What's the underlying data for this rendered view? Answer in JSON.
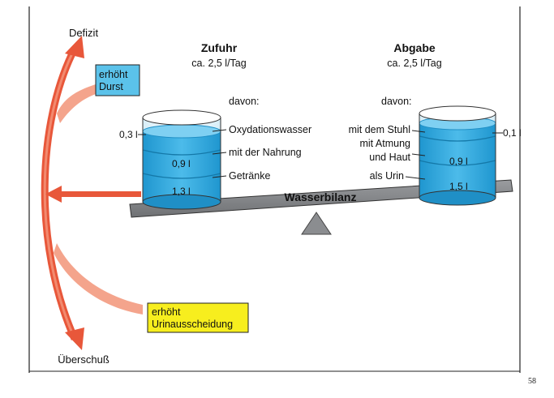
{
  "diagram": {
    "arrow_top_label": "Defizit",
    "arrow_bottom_label": "Überschuß",
    "thirst_box": {
      "line1": "erhöht",
      "line2": "Durst",
      "color": "#5bc2ea"
    },
    "urine_box": {
      "line1": "erhöht",
      "line2": "Urinausscheidung",
      "color": "#f7ee1e"
    },
    "balance_label": "Wasserbilanz",
    "intake": {
      "title": "Zufuhr",
      "subtitle": "ca. 2,5 l/Tag",
      "davon": "davon:",
      "amounts": [
        "0,3 l",
        "0,9 l",
        "1,3 l"
      ],
      "sources": [
        "Oxydationswasser",
        "mit der Nahrung",
        "Getränke"
      ]
    },
    "output": {
      "title": "Abgabe",
      "subtitle": "ca. 2,5 l/Tag",
      "davon": "davon:",
      "amounts": [
        "0,1 l",
        "0,9 l",
        "1,5 l"
      ],
      "routes": [
        "mit dem Stuhl",
        "mit Atmung",
        "und Haut",
        "als Urin"
      ]
    },
    "colors": {
      "arrow": "#e8573a",
      "water": "#29a7df",
      "water_light": "#7fd0f2",
      "board": "#8b8d90"
    }
  },
  "page_number": "58"
}
